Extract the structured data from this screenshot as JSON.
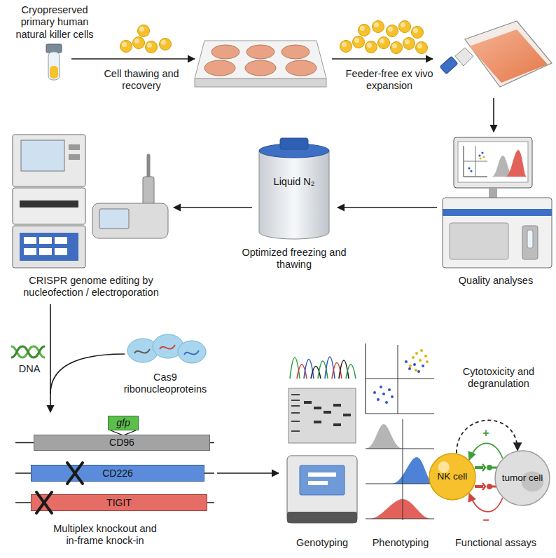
{
  "diagram": {
    "nodes": [
      {
        "text": [
          "Liquid N₂"
        ]
      },
      {
        "text": [
          "gfp"
        ]
      },
      {
        "text": [
          "CD96"
        ]
      },
      {
        "text": [
          "CD226"
        ]
      },
      {
        "text": [
          "TIGIT"
        ]
      },
      {
        "text": [
          "NK cell"
        ]
      },
      {
        "text": [
          "tumor cell"
        ]
      }
    ],
    "edges": [
      {
        "from": 5,
        "to": 6,
        "arrow": "to"
      },
      {
        "from": 6,
        "to": 5,
        "label": "+",
        "arrow": "to"
      },
      {
        "from": 6,
        "to": 5,
        "label": "−",
        "arrow": "to"
      }
    ],
    "labels": [
      "Cryopreserved primary human natural killer cells",
      "Cell thawing and recovery",
      "Feeder-free ex vivo expansion",
      "Quality analyses",
      "Optimized freezing and thawing",
      "CRISPR genome editing by nucleofection / electroporation",
      "DNA",
      "Cas9 ribonucleoproteins",
      "Multiplex knockout and in-frame knock-in",
      "Genotyping",
      "Phenotyping",
      "Cytotoxicity and degranulation",
      "Functional assays"
    ]
  }
}
